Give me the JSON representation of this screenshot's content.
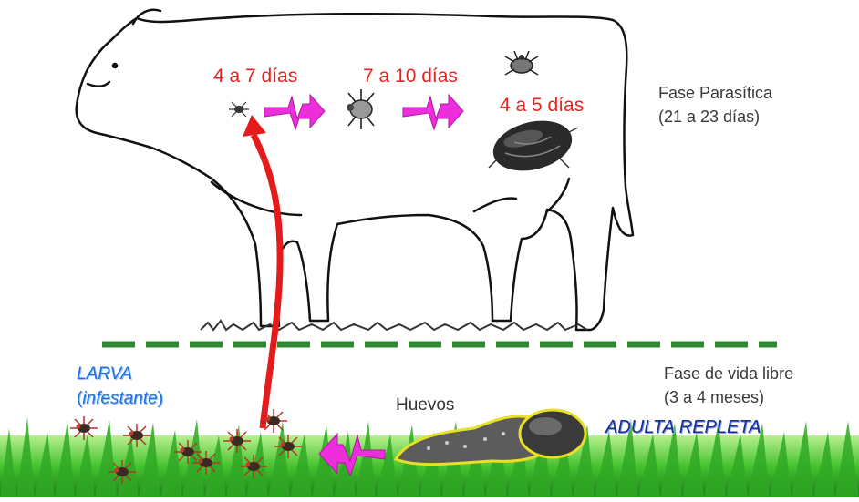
{
  "parasitic": {
    "stage1_days": "4 a 7 días",
    "stage2_days": "7 a 10 días",
    "stage3_days": "4 a 5 días",
    "phase_title": "Fase Parasítica",
    "phase_duration": "(21 a 23 días)"
  },
  "free_living": {
    "phase_title": "Fase de vida libre",
    "phase_duration": "(3 a 4 meses)",
    "eggs_label": "Huevos",
    "adult_label": "ADULTA REPLETA",
    "larva_label": "LARVA",
    "larva_sub_open": "(",
    "larva_sub": "infestante",
    "larva_sub_close": ")"
  },
  "colors": {
    "red_text": "#e8231f",
    "zigzag_arrow": "#ee2ddc",
    "ground_line": "#2e8a2e",
    "blue_text": "#1f6fe0",
    "dark_blue_text": "#1d2f8c",
    "grass": "#3fbf2a"
  }
}
